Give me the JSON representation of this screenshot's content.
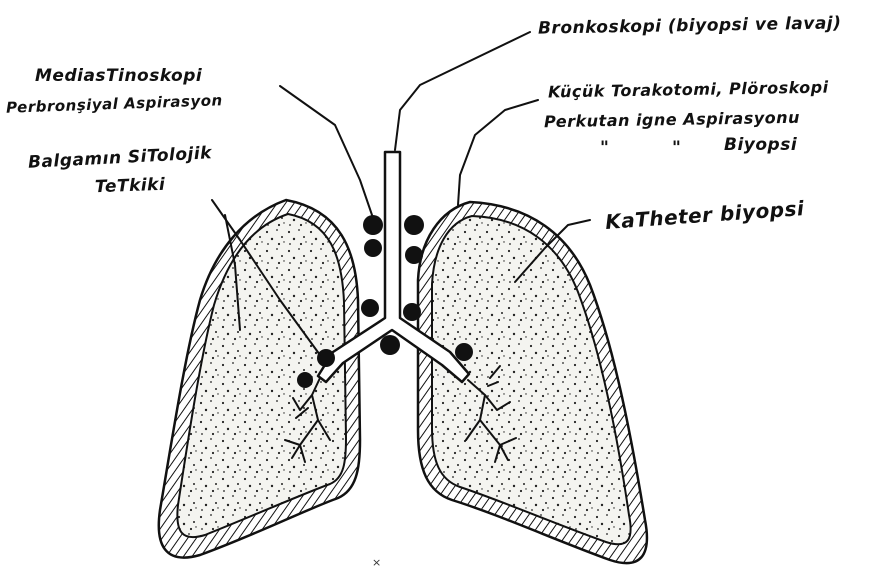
{
  "labels": {
    "bronkoskopi": "Bronkoskopi (biyopsi ve lavaj)",
    "mediastinoskopi": "MediasTinoskopi",
    "perbronsiyal": "Perbronşiyal Aspirasyon",
    "kucuk_torakotomi": "Küçük Torakotomi, Plöroskopi",
    "perkutan": "Perkutan igne Aspirasyonu",
    "ditto_1": "\"",
    "ditto_2": "\"",
    "biyopsi": "Biyopsi",
    "balgamin": "Balgamın SiTolojik",
    "tetkiki": "TeTkiki",
    "katheter": "KaTheter biyopsi",
    "mark": "×"
  },
  "colors": {
    "ink": "#111111",
    "lung_fill": "#f4f4f0",
    "paper": "#ffffff"
  }
}
